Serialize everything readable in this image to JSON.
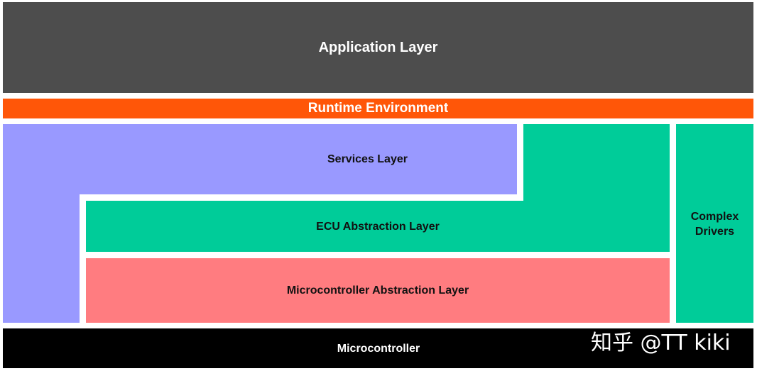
{
  "layers": {
    "application": "Application Layer",
    "runtime": "Runtime Environment",
    "services": "Services Layer",
    "ecu_abstraction": "ECU Abstraction Layer",
    "microcontroller_abstraction": "Microcontroller Abstraction Layer",
    "complex_drivers": "Complex Drivers",
    "microcontroller": "Microcontroller"
  },
  "watermark": "知乎 @TT kiki",
  "colors": {
    "application": "#4d4d4d",
    "runtime": "#ff5608",
    "services": "#9999ff",
    "ecu_abstraction": "#00cc99",
    "microcontroller_abstraction": "#ff7c80",
    "complex_drivers": "#00cc99",
    "microcontroller": "#000000"
  }
}
